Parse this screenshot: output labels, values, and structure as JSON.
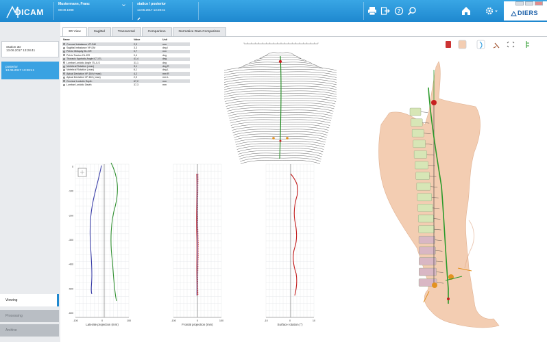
{
  "app": {
    "title": "DICAM",
    "brand": "DIERS"
  },
  "patient": {
    "name": "Mustermann, Franz",
    "dob": "09.09.1988"
  },
  "exam": {
    "title": "statico / posterior",
    "datetime": "13.06.2017 13:28:41"
  },
  "toolbar_icons": [
    "print-icon",
    "export-icon",
    "help-icon",
    "search-icon",
    "home-icon",
    "settings-icon"
  ],
  "left": {
    "card1": {
      "line1": "Station 3D",
      "line2": "13.06.2017 13:28:41"
    },
    "card2": {
      "line1": "posterior",
      "line2": "13.06.2017 13:28:41"
    },
    "nav": [
      {
        "label": "Viewing"
      },
      {
        "label": "Processing"
      },
      {
        "label": "Archive"
      }
    ]
  },
  "tabs": [
    {
      "label": "3D View"
    },
    {
      "label": "Sagittal"
    },
    {
      "label": "Transversal"
    },
    {
      "label": "Comparison"
    },
    {
      "label": "Normative Data Comparison"
    }
  ],
  "params": {
    "headers": {
      "name": "Name",
      "value": "Value",
      "unit": "Unit"
    },
    "rows": [
      {
        "name": "Coronal Imbalance VP-DM",
        "value": "2,3",
        "unit": "mm"
      },
      {
        "name": "Sagittal Imbalance VP-DM",
        "value": "3,3",
        "unit": "deg l"
      },
      {
        "name": "Pelvic Obliquity DL-DR",
        "value": "0,7",
        "unit": "mm"
      },
      {
        "name": "Pelvic Torsion DL-DR",
        "value": "0,4",
        "unit": "deg"
      },
      {
        "name": "Thoracic Kyphotic Angle ICT-ITL",
        "value": "41,4",
        "unit": "deg"
      },
      {
        "name": "Lumbar Lordotic Angle ITL-ILS",
        "value": "31,1",
        "unit": "deg"
      },
      {
        "name": "Vertebral Rotation (-max)",
        "value": "3,1",
        "unit": "deg R"
      },
      {
        "name": "Vertebral Rotation (-max)",
        "value": "6,1",
        "unit": "deg L"
      },
      {
        "name": "Apical Deviation VP-DM (+max)",
        "value": "4,2",
        "unit": "mm R"
      },
      {
        "name": "Apical Deviation VP-DM (-max)",
        "value": "2,9",
        "unit": "mm L"
      },
      {
        "name": "Cervical Lordotic Depth",
        "value": "67,2",
        "unit": "mm"
      },
      {
        "name": "Lumbar Lordotic Depth",
        "value": "37,3",
        "unit": "mm"
      }
    ]
  },
  "charts": {
    "left": {
      "xlabel": "Laterale projection (mm)",
      "xticks": [
        "-100",
        "0",
        "100"
      ],
      "yticks": [
        "0",
        "-100",
        "-200",
        "-300",
        "-400",
        "-500",
        "-600"
      ]
    },
    "mid": {
      "xlabel": "Frontal projection (mm)",
      "xticks": [
        "-100",
        "0",
        "100"
      ]
    },
    "right": {
      "xlabel": "Surface rotation (°)",
      "xticks": [
        "-10",
        "0",
        "10"
      ]
    }
  },
  "colors": {
    "topbar": "#1e88cf",
    "accent": "#3aa2e2",
    "blue": "#3b3fa8",
    "green": "#2f8f2f",
    "red": "#c01818",
    "skin": "#f3cdb2"
  }
}
